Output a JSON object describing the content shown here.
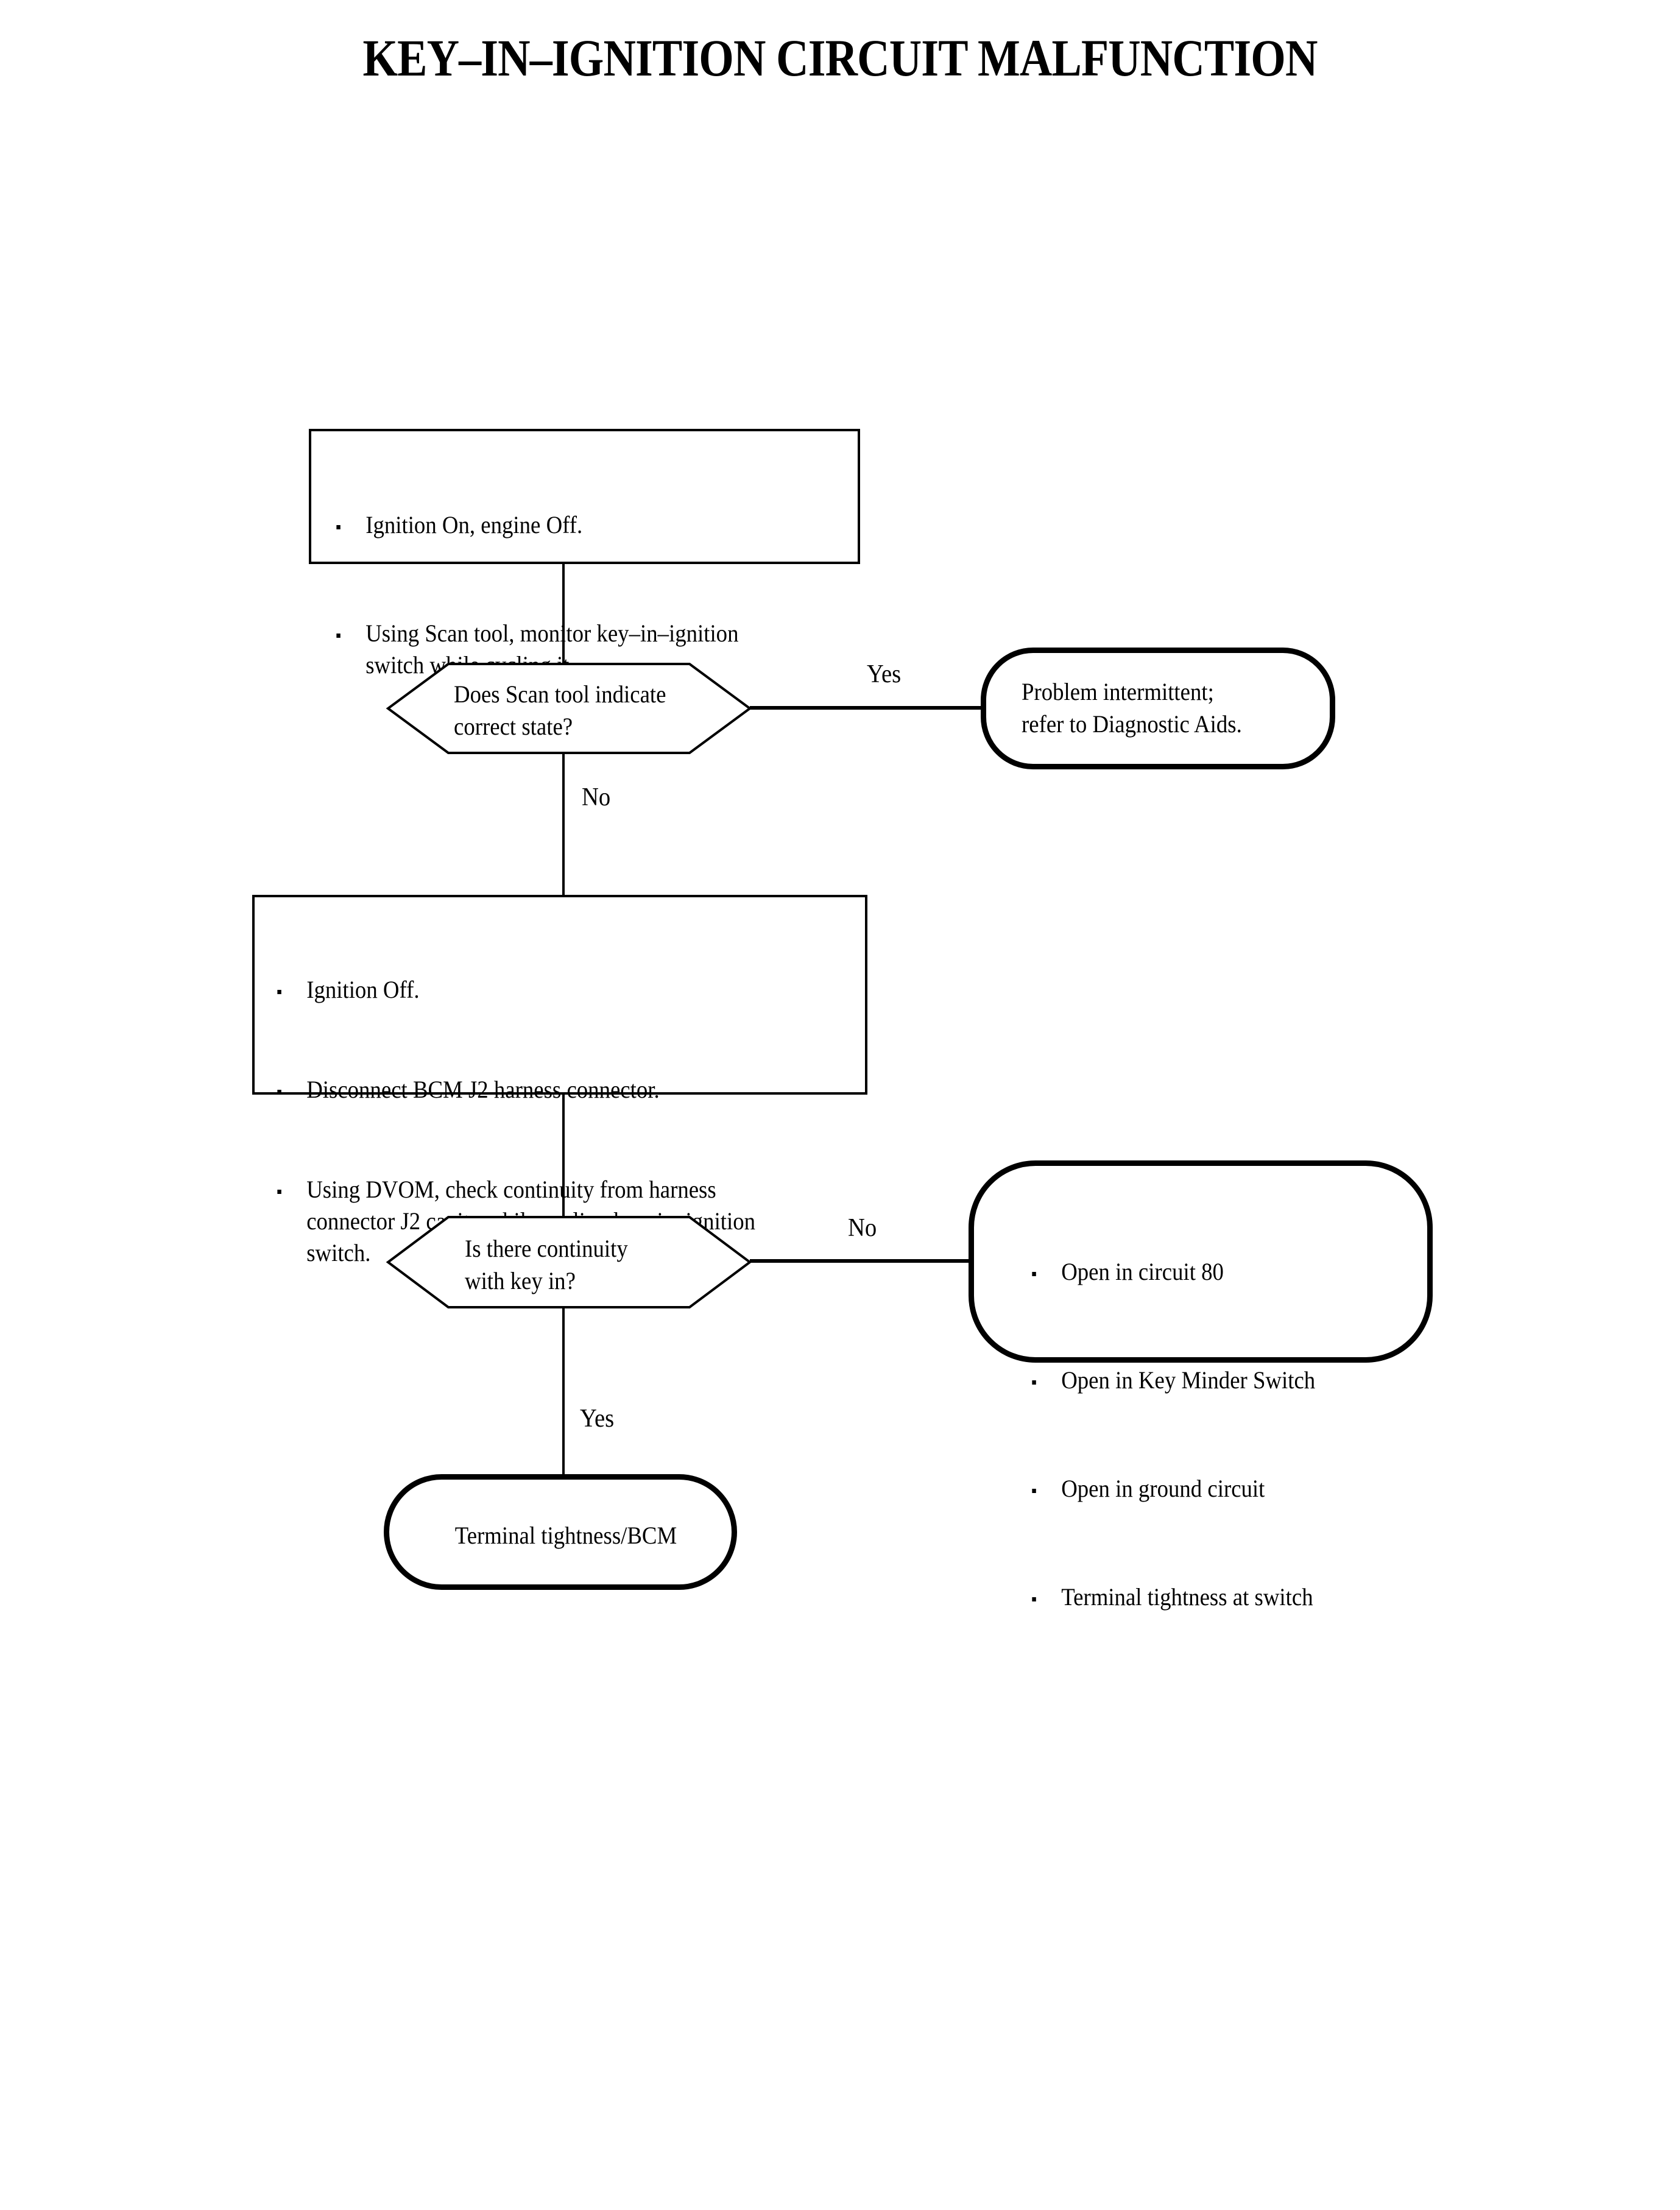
{
  "document": {
    "title": "KEY–IN–IGNITION CIRCUIT MALFUNCTION",
    "background_color": "#ffffff",
    "line_color": "#000000"
  },
  "chart_data": {
    "type": "diagram",
    "diagram_kind": "flowchart",
    "title": "KEY–IN–IGNITION CIRCUIT MALFUNCTION",
    "nodes": [
      {
        "id": "step1",
        "shape": "process-rectangle",
        "bullets": [
          "Ignition On, engine Off.",
          "Using Scan tool, monitor key–in–ignition switch while cycling it."
        ]
      },
      {
        "id": "decision1",
        "shape": "hexagon",
        "text": "Does Scan tool indicate\ncorrect state?"
      },
      {
        "id": "result1",
        "shape": "rounded-terminator",
        "text": "Problem intermittent;\nrefer to Diagnostic Aids."
      },
      {
        "id": "step2",
        "shape": "process-rectangle",
        "bullets": [
          "Ignition Off.",
          "Disconnect BCM J2 harness connector.",
          "Using DVOM, check continuity from harness connector J2 cavity while cycling key–in–ignition switch."
        ]
      },
      {
        "id": "decision2",
        "shape": "hexagon",
        "text": "Is there continuity\nwith key in?"
      },
      {
        "id": "result2",
        "shape": "rounded-terminator",
        "bullets": [
          "Open in circuit 80",
          "Open in Key Minder Switch",
          "Open in ground circuit",
          "Terminal tightness at switch"
        ]
      },
      {
        "id": "result3",
        "shape": "rounded-terminator",
        "text": "Terminal tightness/BCM"
      }
    ],
    "edges": [
      {
        "from": "step1",
        "to": "decision1",
        "label": ""
      },
      {
        "from": "decision1",
        "to": "result1",
        "label": "Yes"
      },
      {
        "from": "decision1",
        "to": "step2",
        "label": "No"
      },
      {
        "from": "step2",
        "to": "decision2",
        "label": ""
      },
      {
        "from": "decision2",
        "to": "result2",
        "label": "No"
      },
      {
        "from": "decision2",
        "to": "result3",
        "label": "Yes"
      }
    ]
  },
  "step1": {
    "bullets": [
      "Ignition On, engine Off.",
      "Using Scan tool, monitor key–in–ignition\nswitch while cycling it."
    ]
  },
  "decision1": {
    "text": "Does Scan tool indicate\ncorrect state?"
  },
  "result1": {
    "text": "Problem intermittent;\nrefer to Diagnostic Aids."
  },
  "step2": {
    "bullets": [
      "Ignition Off.",
      "Disconnect BCM J2 harness connector.",
      "Using DVOM, check continuity from harness\nconnector J2 cavity while cycling key–in–ignition\nswitch."
    ]
  },
  "decision2": {
    "text": "Is there continuity\nwith key in?"
  },
  "result2": {
    "bullets": [
      "Open in circuit 80",
      "Open in Key Minder Switch",
      "Open in ground circuit",
      "Terminal tightness at switch"
    ]
  },
  "result3": {
    "text": "Terminal tightness/BCM"
  },
  "edge_labels": {
    "decision1_yes": "Yes",
    "decision1_no": "No",
    "decision2_no": "No",
    "decision2_yes": "Yes"
  }
}
